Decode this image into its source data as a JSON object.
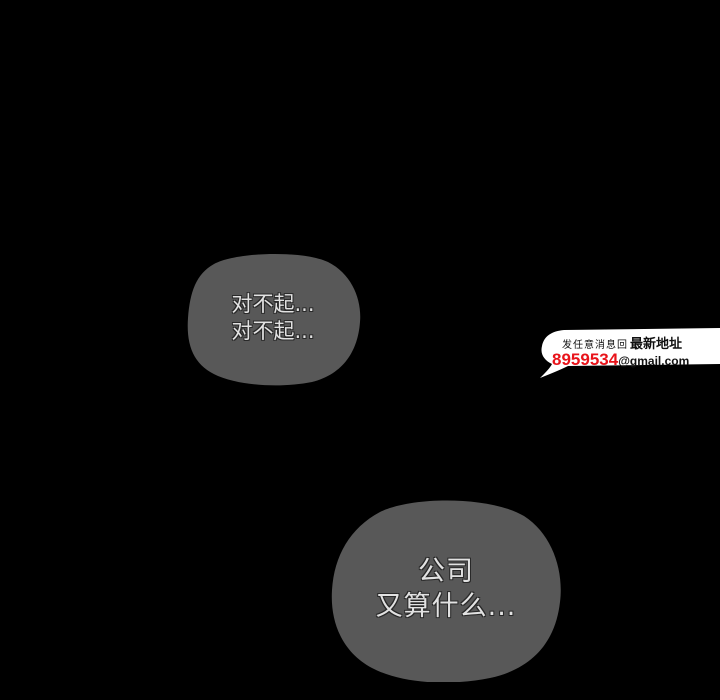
{
  "bubbles": [
    {
      "lines": [
        "对不起...",
        "对不起..."
      ]
    },
    {
      "lines": [
        "公司",
        "又算什么..."
      ]
    }
  ],
  "watermark": {
    "line1_small": "发任意消息回",
    "line1_big": "最新地址",
    "number": "8959534",
    "email": "@gmail.com"
  },
  "colors": {
    "background": "#000000",
    "bubble_fill": "#585858",
    "bubble_text": "#e2e2e2",
    "watermark_number": "#e8131a"
  }
}
